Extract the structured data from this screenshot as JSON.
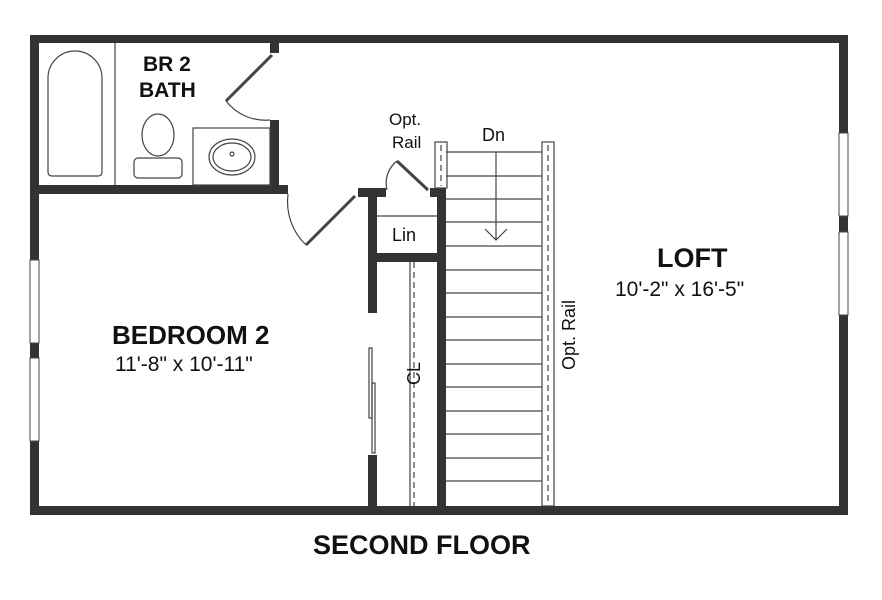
{
  "title": "SECOND FLOOR",
  "rooms": {
    "bath": {
      "name_line1": "BR 2",
      "name_line2": "BATH"
    },
    "bedroom": {
      "name": "BEDROOM 2",
      "dims": "11'-8\" x 10'-11\""
    },
    "loft": {
      "name": "LOFT",
      "dims": "10'-2\" x 16'-5\""
    },
    "linen": {
      "name": "Lin"
    },
    "closet": {
      "name": "CL"
    }
  },
  "stairs": {
    "direction_label": "Dn",
    "rail_top_line1": "Opt.",
    "rail_top_line2": "Rail",
    "rail_side": "Opt. Rail"
  },
  "colors": {
    "wall": "#333333",
    "line": "#444444",
    "background": "#ffffff"
  }
}
